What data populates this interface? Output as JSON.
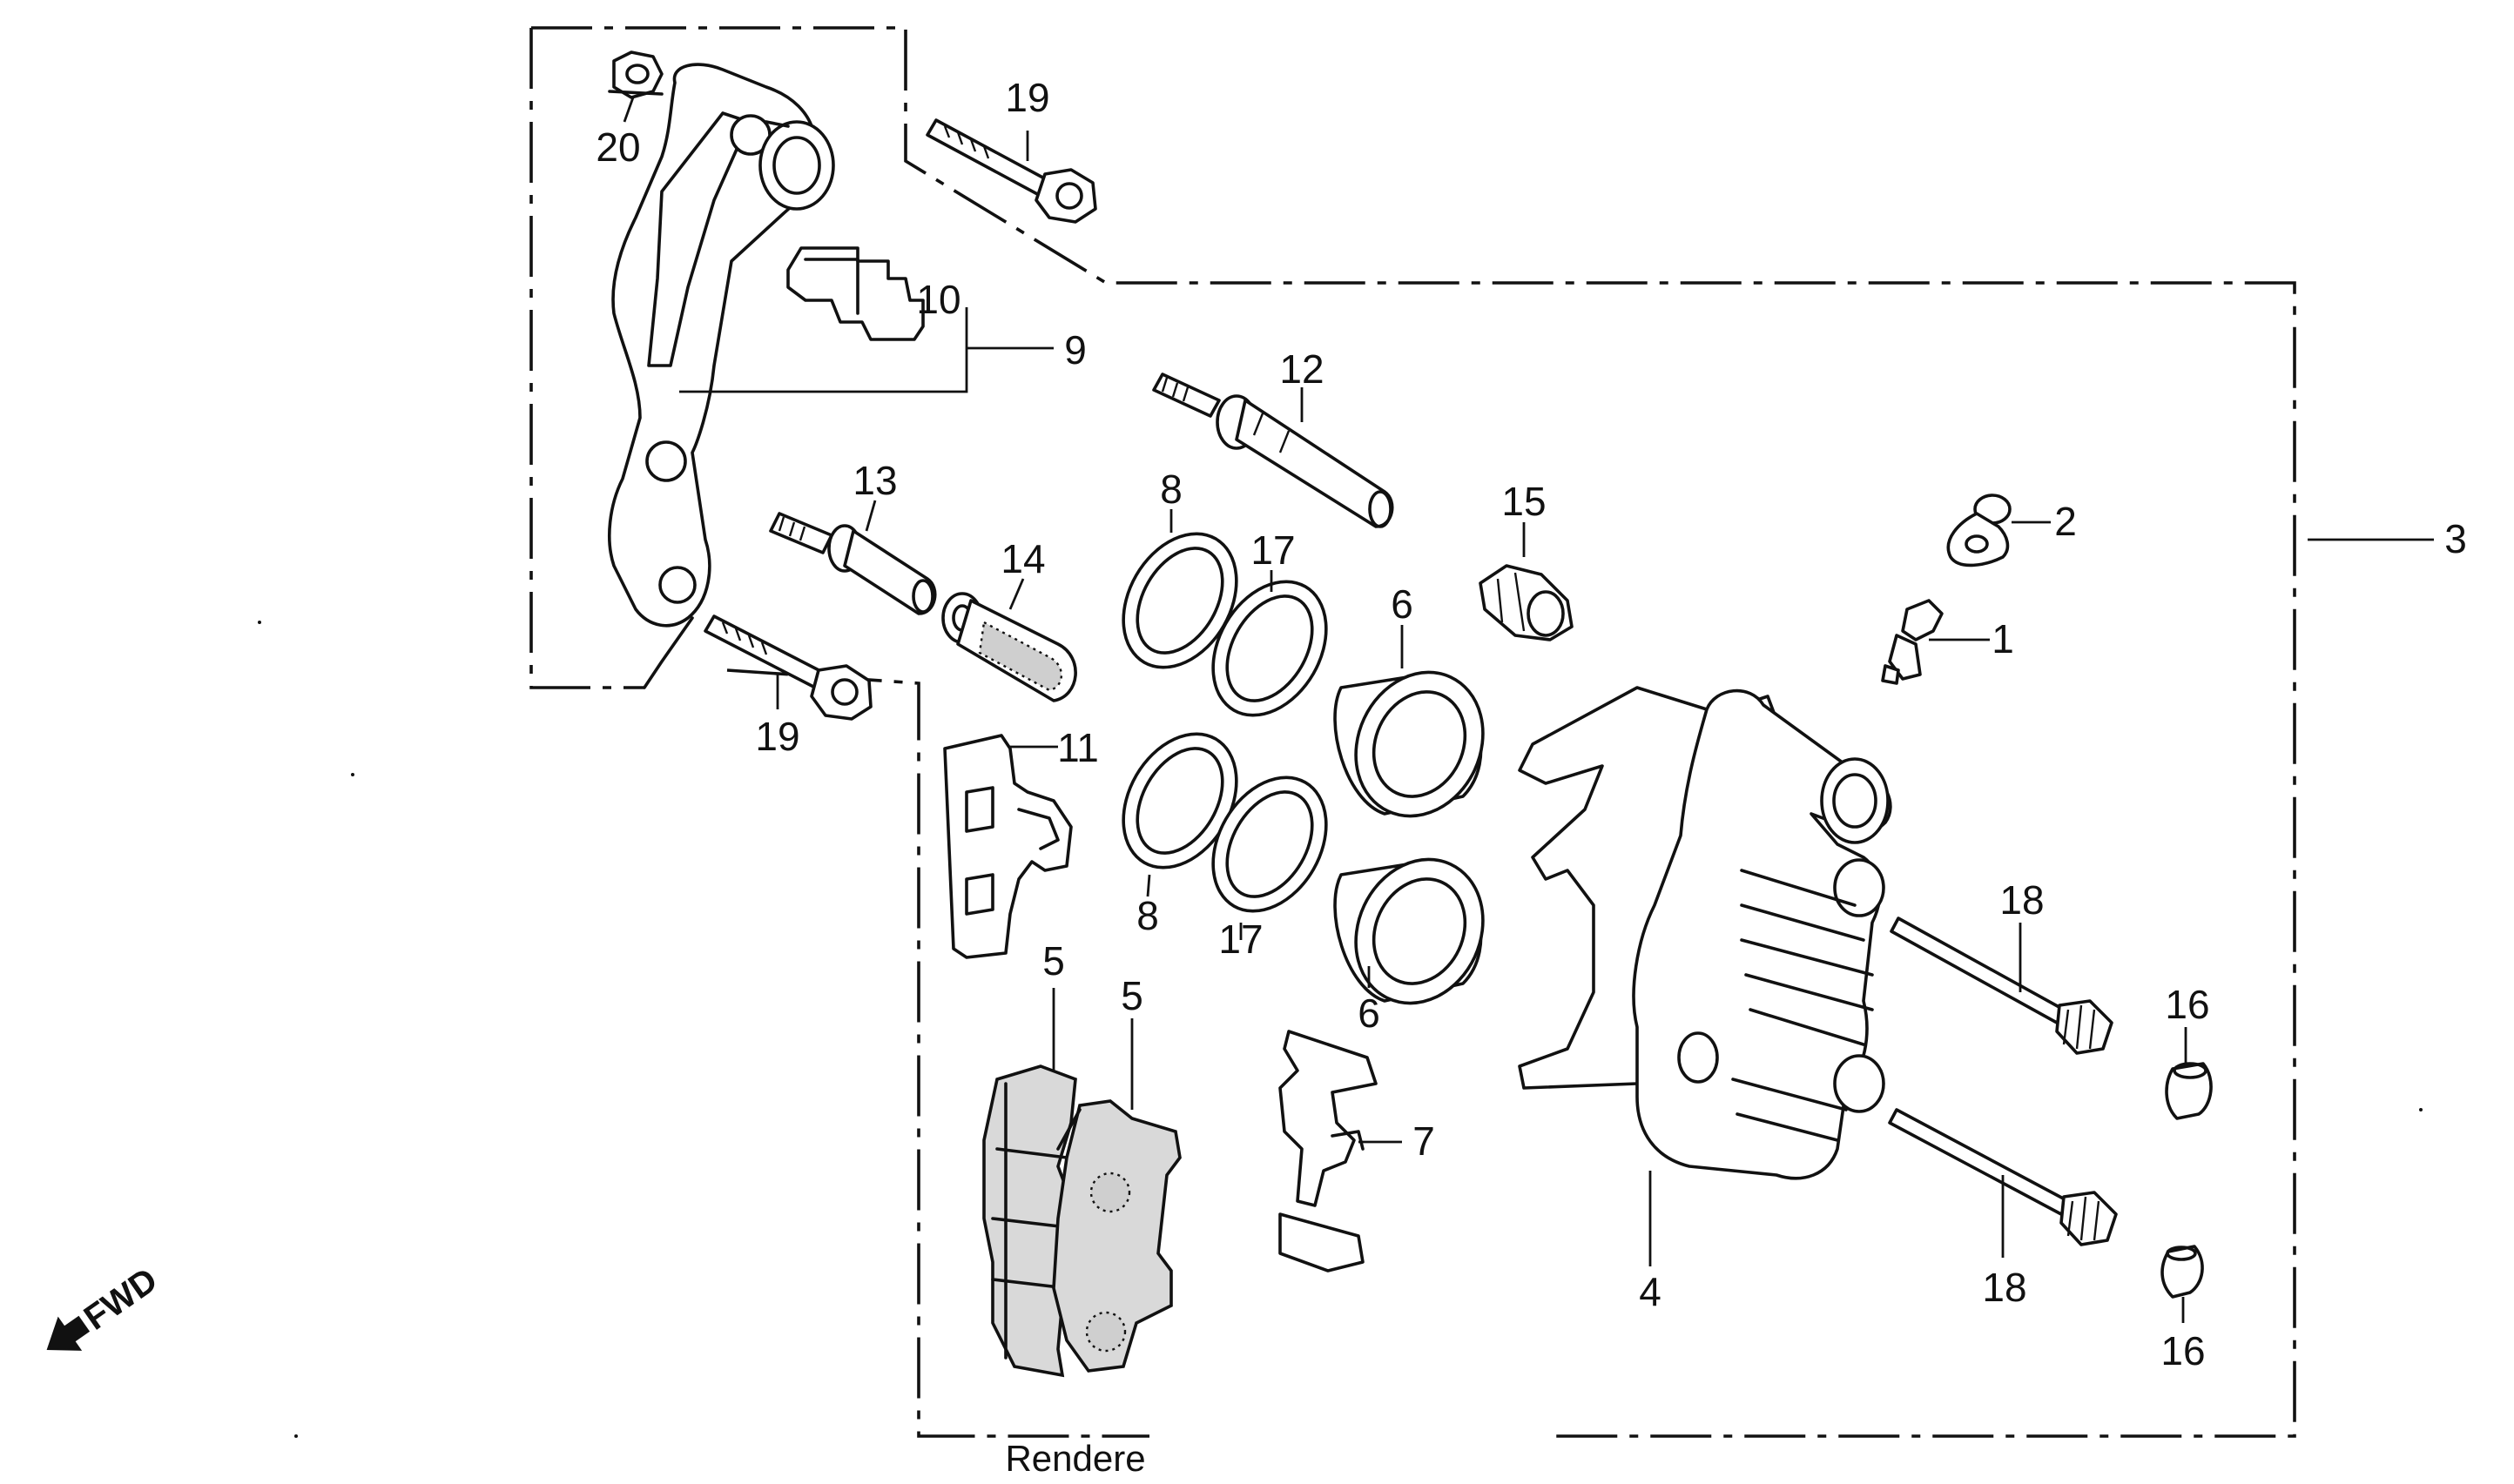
{
  "diagram": {
    "callouts": {
      "c1": "1",
      "c2": "2",
      "c3": "3",
      "c4": "4",
      "c5a": "5",
      "c5b": "5",
      "c6a": "6",
      "c6b": "6",
      "c7": "7",
      "c8a": "8",
      "c8b": "8",
      "c9": "9",
      "c10": "10",
      "c11": "11",
      "c12": "12",
      "c13": "13",
      "c14": "14",
      "c15": "15",
      "c16a": "16",
      "c16b": "16",
      "c17a": "17",
      "c17b": "17",
      "c18a": "18",
      "c18b": "18",
      "c19a": "19",
      "c19b": "19",
      "c20": "20"
    },
    "fwd_label": "FWD",
    "watermark": "Rendere",
    "icons": {
      "direction": "arrow-left-icon"
    },
    "colors": {
      "ink": "#111111",
      "paper": "#ffffff",
      "pad_fill": "#d9d9d9"
    }
  }
}
